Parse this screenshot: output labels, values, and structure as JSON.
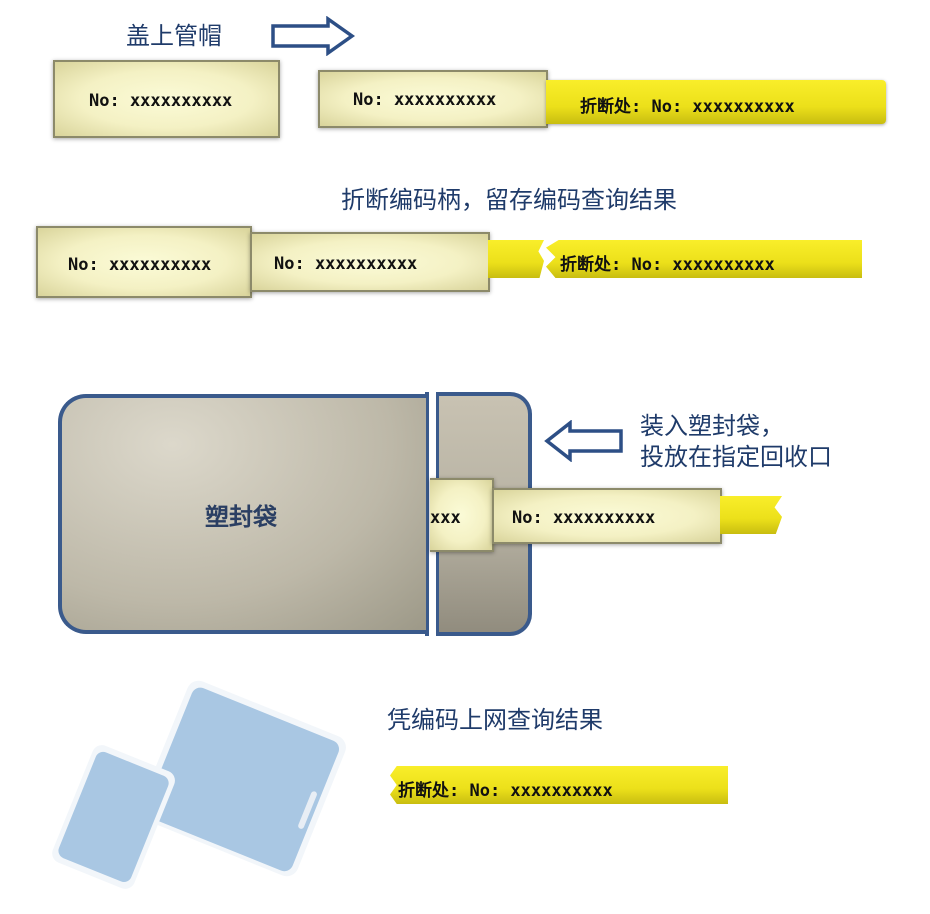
{
  "captions": {
    "cap_on": "盖上管帽",
    "break_keep": "折断编码柄，留存编码查询结果",
    "put_bag_line1": "装入塑封袋，",
    "put_bag_line2": "投放在指定回收口",
    "online_query": "凭编码上网查询结果",
    "bag_label": "塑封袋"
  },
  "labels": {
    "no_code": "No: xxxxxxxxxx",
    "break_code": "折断处: No: xxxxxxxxxx",
    "partial_code": "xxx"
  },
  "colors": {
    "caption_text": "#1f3b6a",
    "tube_cream": "#f4f1c4",
    "tube_yellow": "#ece01a",
    "bag_front": "#b7b2a2",
    "bag_border": "#3a5a8c",
    "device_blue": "#a9c7e3"
  }
}
